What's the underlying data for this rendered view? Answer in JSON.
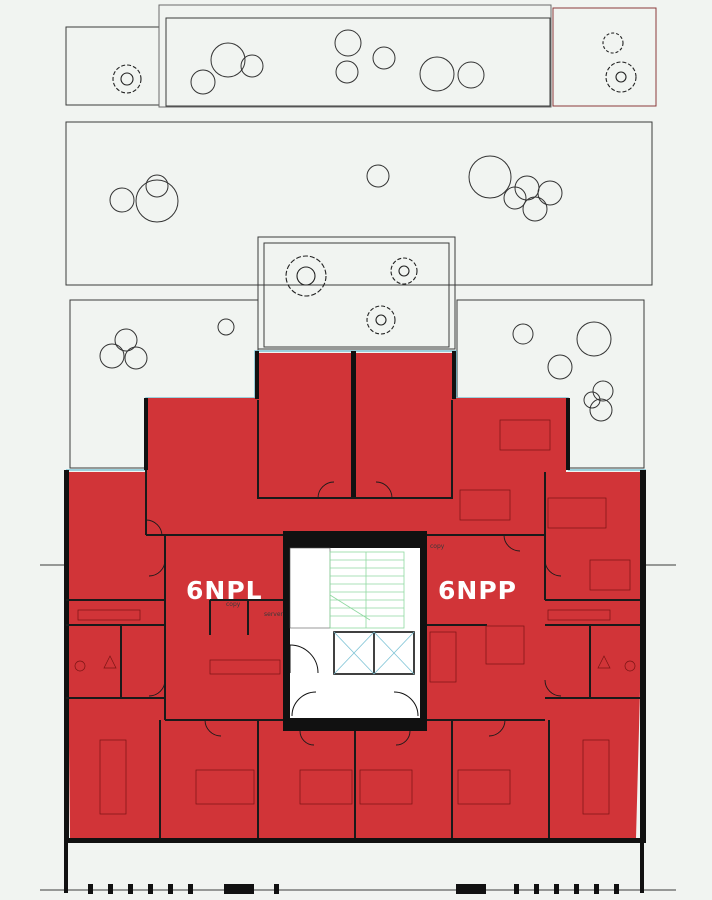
{
  "floor": {
    "zone_left": {
      "label": "6NPL"
    },
    "zone_right": {
      "label": "6NPP"
    },
    "room_tags": {
      "copy_left": "copy",
      "server": "server",
      "copy_right": "copy"
    }
  },
  "colors": {
    "background": "#f1f4f1",
    "office_fill": "#d13438",
    "core_fill": "#ffffff",
    "wall": "#111111",
    "stair_lines": "#8fd9a0",
    "glazing": "#7fc4d6"
  }
}
